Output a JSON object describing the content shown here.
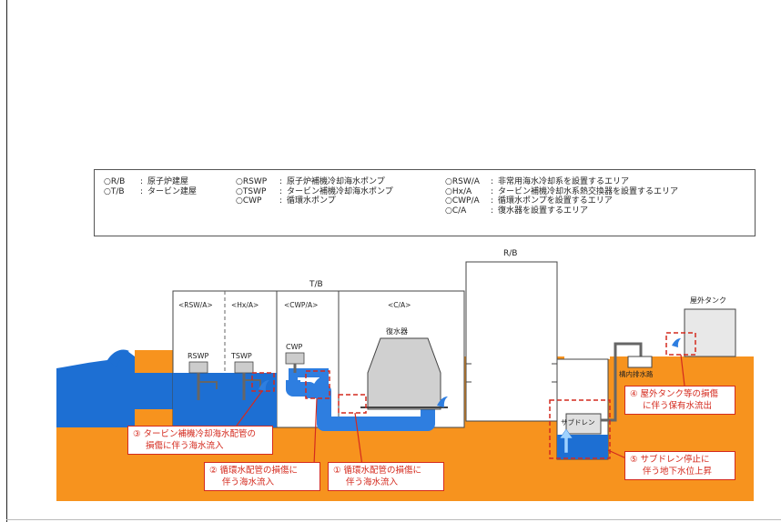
{
  "legend": {
    "col1": [
      {
        "code": "○R/B",
        "desc": "原子炉建屋"
      },
      {
        "code": "○T/B",
        "desc": "タービン建屋"
      }
    ],
    "col2": [
      {
        "code": "○RSWP",
        "desc": "原子炉補機冷却海水ポンプ"
      },
      {
        "code": "○TSWP",
        "desc": "タービン補機冷却海水ポンプ"
      },
      {
        "code": "○CWP",
        "desc": "循環水ポンプ"
      }
    ],
    "col3": [
      {
        "code": "○RSW/A",
        "desc": "非常用海水冷却系を設置するエリア"
      },
      {
        "code": "○Hx/A",
        "desc": "タービン補機冷却水系熱交換器を設置するエリア"
      },
      {
        "code": "○CWP/A",
        "desc": "循環水ポンプを設置するエリア"
      },
      {
        "code": "○C/A",
        "desc": "復水器を設置するエリア"
      }
    ],
    "colon": ":"
  },
  "labels": {
    "rb": "R/B",
    "tb": "T/B",
    "area_rsw": "<RSW/A>",
    "area_hx": "<Hx/A>",
    "area_cwp": "<CWP/A>",
    "area_c": "<C/A>",
    "rswp": "RSWP",
    "tswp": "TSWP",
    "cwp": "CWP",
    "condenser": "復水器",
    "outdoor_tank": "屋外タンク",
    "drain_channel": "構内排水路",
    "subdrain": "サブドレン"
  },
  "callouts": {
    "c1_l1": "① 循環水配管の損傷に",
    "c1_l2": "伴う海水流入",
    "c2_l1": "② 循環水配管の損傷に",
    "c2_l2": "伴う海水流入",
    "c3_l1": "③ タービン補機冷却海水配管の",
    "c3_l2": "損傷に伴う海水流入",
    "c4_l1": "④ 屋外タンク等の損傷",
    "c4_l2": "に伴う保有水流出",
    "c5_l1": "⑤ サブドレン停止に",
    "c5_l2": "伴う地下水位上昇"
  },
  "colors": {
    "ground": "#f7931e",
    "sea": "#1d6fd3",
    "water_light": "#4a9af0",
    "pipe": "#2e7ee0",
    "building_fill": "#ffffff",
    "tank_fill": "#e8e8e8",
    "condenser_fill": "#d0d0d0",
    "callout_red": "#d42a1e"
  }
}
